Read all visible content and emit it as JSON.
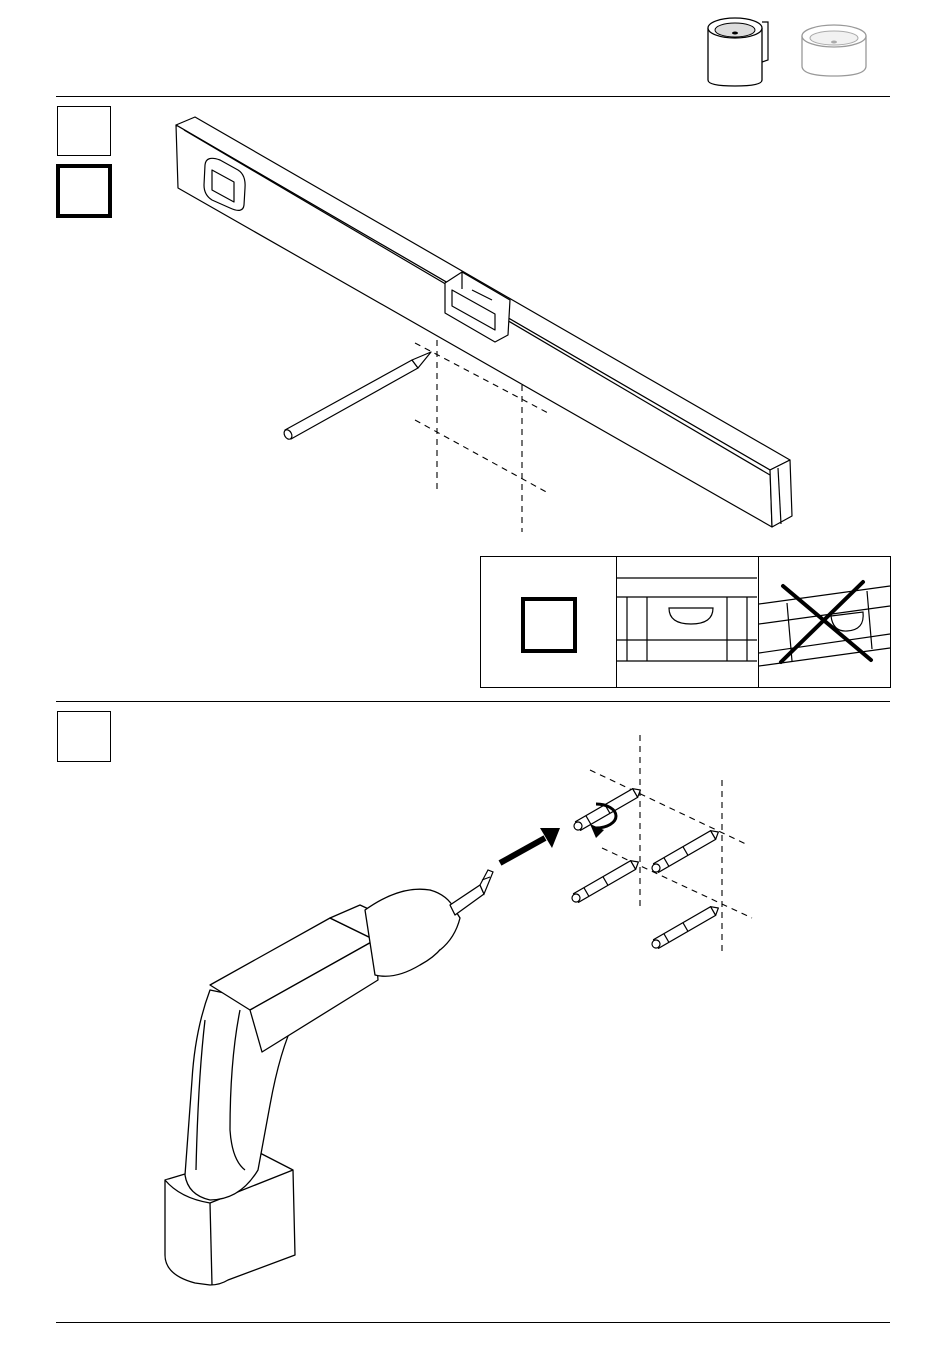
{
  "header": {
    "product_icons": [
      "washbasin-dark-icon",
      "washbasin-light-icon"
    ]
  },
  "step1": {
    "number": "",
    "checkbox_label": "",
    "tools": [
      "spirit-level-icon",
      "pencil-icon"
    ]
  },
  "level_check": {
    "ok_box_label": "",
    "panels": [
      "ok-checkbox",
      "level-bubble-centered",
      "level-bubble-tilted-crossed"
    ]
  },
  "step2": {
    "number": "",
    "tools": [
      "drill-icon",
      "drill-bit-icon",
      "rotation-arrow-icon",
      "push-arrow-icon",
      "wall-plug-icon"
    ]
  }
}
